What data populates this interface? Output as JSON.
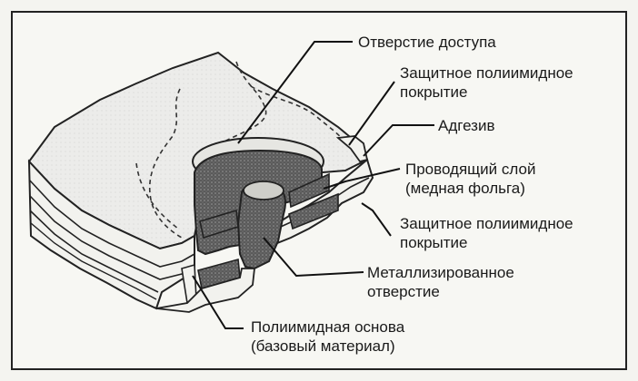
{
  "labels": {
    "access_hole": "Отверстие доступа",
    "cover_top": [
      "Защитное полиимидное",
      "покрытие"
    ],
    "adhesive": "Адгезив",
    "conductor": [
      "Проводящий слой",
      "(медная фольга)"
    ],
    "cover_bottom": [
      "Защитное полиимидное",
      "покрытие"
    ],
    "plated_hole": [
      "Металлизированное",
      "отверстие"
    ],
    "base": [
      "Полиимидная основа",
      "(базовый материал)"
    ]
  }
}
